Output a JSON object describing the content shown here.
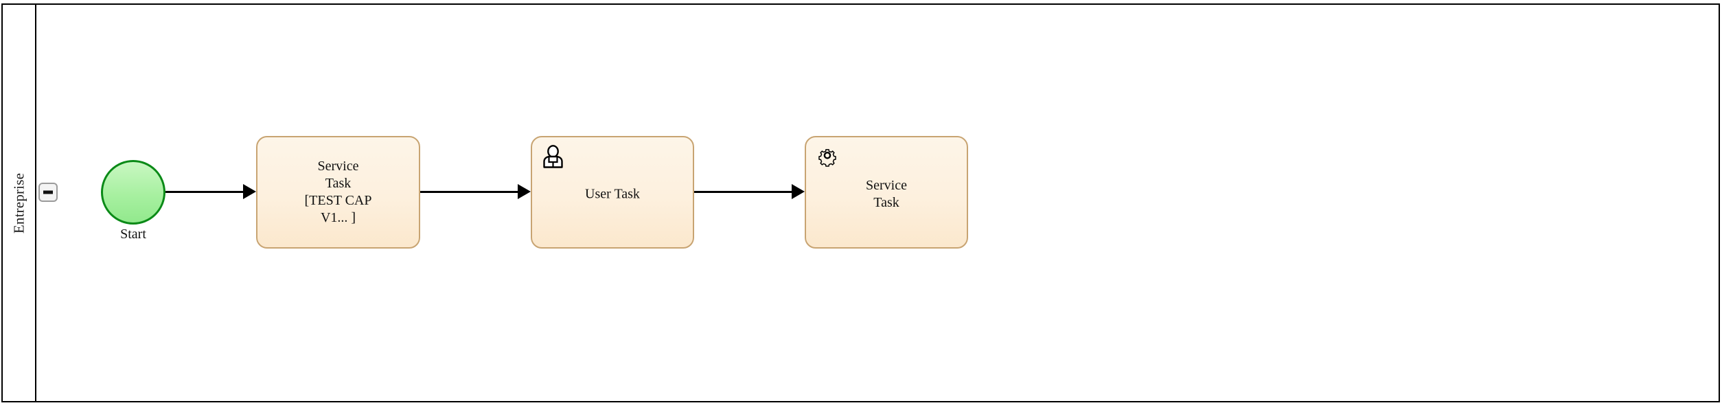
{
  "diagram": {
    "type": "bpmn-process",
    "pool": {
      "name": "Entreprise",
      "collapse_toggle": "minus-toggle"
    },
    "colors": {
      "pool_border": "#000000",
      "task_fill_top": "#fdf5e8",
      "task_fill_bottom": "#fbe8cd",
      "task_border": "#c8a472",
      "start_fill_top": "#c9f7c2",
      "start_fill_bottom": "#92e98d",
      "start_border": "#0a8a17",
      "flow_stroke": "#000000",
      "toggle_border": "#9b9b9b",
      "toggle_fill": "#f4f4f4"
    },
    "nodes": [
      {
        "id": "start-event",
        "kind": "start-event",
        "label": "Start",
        "icon": "none"
      },
      {
        "id": "task-service-1",
        "kind": "service-task",
        "label": "Service\nTask\n[TEST CAP\nV1... ]",
        "icon": "none"
      },
      {
        "id": "task-user-1",
        "kind": "user-task",
        "label": "User Task",
        "icon": "user-icon"
      },
      {
        "id": "task-service-2",
        "kind": "service-task",
        "label": "Service\nTask",
        "icon": "gear-icon"
      }
    ],
    "flows": [
      {
        "id": "flow-1",
        "from": "start-event",
        "to": "task-service-1"
      },
      {
        "id": "flow-2",
        "from": "task-service-1",
        "to": "task-user-1"
      },
      {
        "id": "flow-3",
        "from": "task-user-1",
        "to": "task-service-2"
      }
    ]
  }
}
